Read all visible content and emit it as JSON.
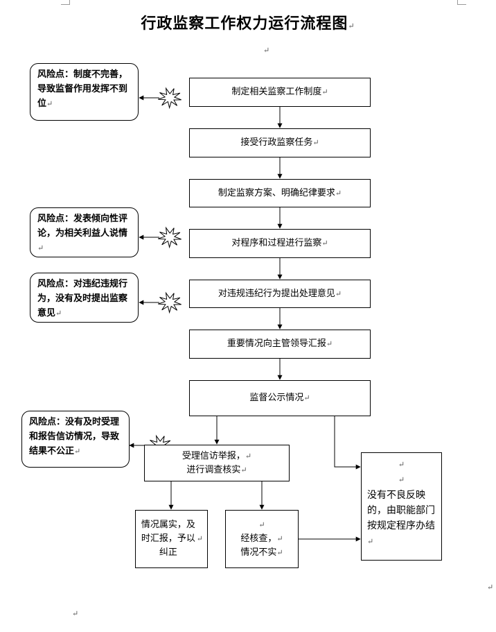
{
  "title": "行政监察工作权力运行流程图",
  "para_mark": "↵",
  "steps": [
    "制定相关监察工作制度",
    "接受行政监察任务",
    "制定监察方案、明确纪律要求",
    "对程序和过程进行监察",
    "对违规违纪行为提出处理意见",
    "重要情况向主管领导汇报",
    "监督公示情况"
  ],
  "accept": {
    "line1": "受理信访举报，",
    "line2": "进行调查核实"
  },
  "true_case": "情况属实，及时汇报，予以纠正",
  "false_case": {
    "line1": "经核查，",
    "line2": "情况不实"
  },
  "no_issue": "没有不良反映的，由职能部门按规定程序办结",
  "risks": [
    "风险点：制度不完善，导致监督作用发挥不到位",
    "风险点：发表倾向性评论，为相关利益人说情",
    "风险点：对违纪违规行为，没有及时提出监察意见",
    "风险点：没有及时受理和报告信访情况，导致结果不公正"
  ]
}
